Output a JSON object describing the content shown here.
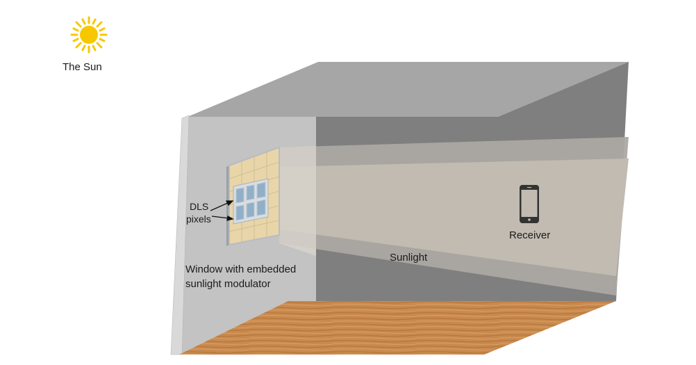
{
  "labels": {
    "sun": "The Sun",
    "dls_line1": "DLS",
    "dls_line2": "pixels",
    "window_line1": "Window with embedded",
    "window_line2": "sunlight modulator",
    "sunlight": "Sunlight",
    "receiver": "Receiver"
  },
  "icons": {
    "sun": "sun-icon",
    "receiver": "smartphone-icon"
  },
  "colors": {
    "sun": "#f7c800",
    "ceiling": "#a6a6a6",
    "back_wall": "#7f7f7f",
    "side_wall": "#c3c3c3",
    "beam_outer": "#a9a59e",
    "beam_inner": "#c1bbb1",
    "floor": "#c98a4e",
    "window_tile": "#e9d6a8",
    "dls_pixel": "#8fb0c8"
  }
}
